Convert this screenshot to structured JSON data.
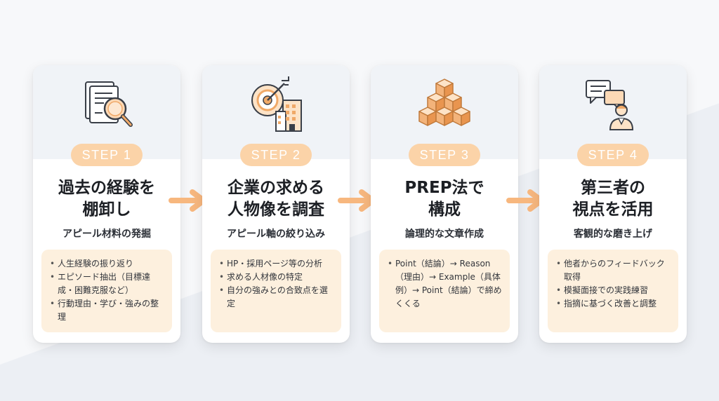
{
  "accent": "#f7b77e",
  "badge_color": "#fbd3a8",
  "list_bg": "#fdf0de",
  "steps": [
    {
      "step": "STEP 1",
      "icon": "document-magnifier-icon",
      "title": "過去の経験を\n棚卸し",
      "subtitle": "アピール材料の発掘",
      "items": [
        "人生経験の振り返り",
        "エピソード抽出（目標達成・困難克服など）",
        "行動理由・学び・強みの整理"
      ]
    },
    {
      "step": "STEP 2",
      "icon": "target-building-icon",
      "title": "企業の求める\n人物像を調査",
      "subtitle": "アピール軸の絞り込み",
      "items": [
        "HP・採用ページ等の分析",
        "求める人材像の特定",
        "自分の強みとの合致点を選定"
      ]
    },
    {
      "step": "STEP 3",
      "icon": "cubes-stack-icon",
      "title": "PREP法で\n構成",
      "subtitle": "論理的な文章作成",
      "items": [
        "Point（結論）→ Reason（理由）→ Example（具体例）→ Point（結論）で締めくくる"
      ]
    },
    {
      "step": "STEP 4",
      "icon": "chat-person-icon",
      "title": "第三者の\n視点を活用",
      "subtitle": "客観的な磨き上げ",
      "items": [
        "他者からのフィードバック取得",
        "模擬面接での実践練習",
        "指摘に基づく改善と調整"
      ]
    }
  ]
}
